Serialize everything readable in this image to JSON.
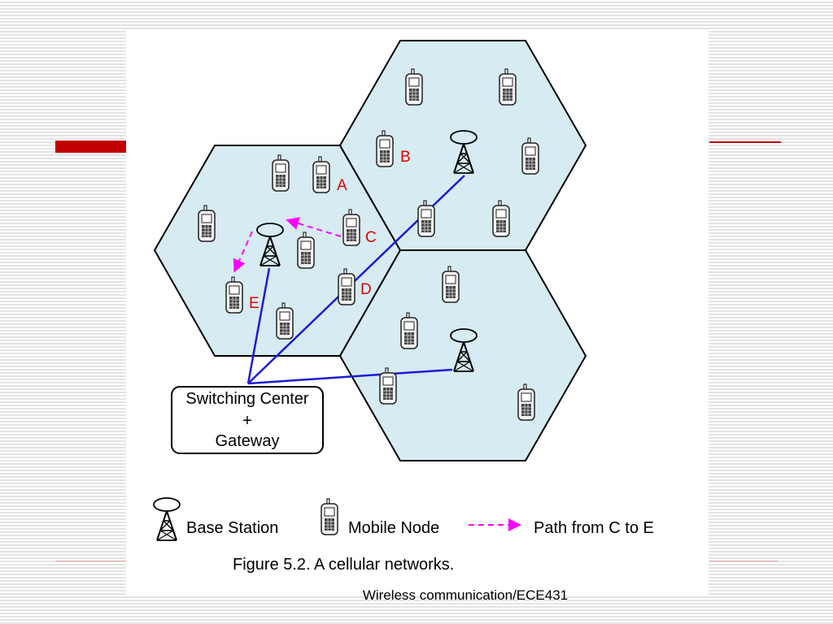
{
  "figure": {
    "switch_line1": "Switching Center",
    "switch_line2": "+",
    "switch_line3": "Gateway",
    "node_labels": {
      "a": "A",
      "b": "B",
      "c": "C",
      "d": "D",
      "e": "E"
    },
    "legend": {
      "base_station": "Base Station",
      "mobile_node": "Mobile Node",
      "path": "Path from C to E"
    },
    "caption": "Figure 5.2. A cellular networks."
  },
  "footer": {
    "text": "Wireless communication/ECE431"
  },
  "colors": {
    "accent": "#c00000",
    "cell_fill": "#d6ebf2",
    "link": "#1b1bd4",
    "path": "#ff00ff",
    "label": "#e00000"
  },
  "icons": [
    "antenna-tower-icon",
    "mobile-phone-icon"
  ]
}
